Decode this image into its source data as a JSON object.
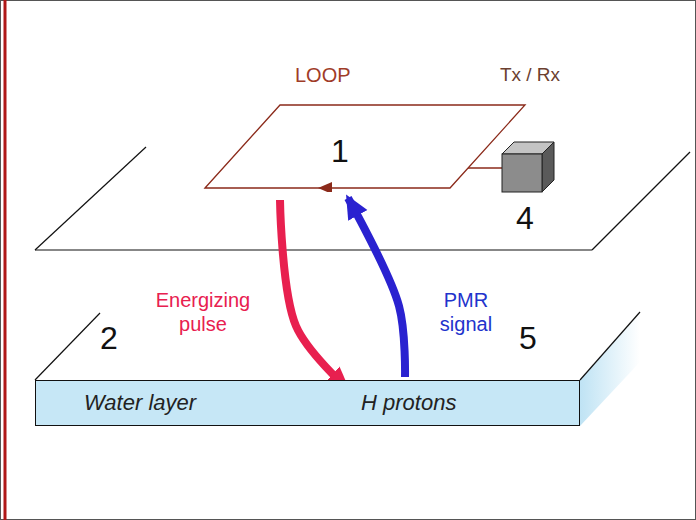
{
  "diagram": {
    "nodes": [
      {
        "text": [
          "LOOP"
        ]
      },
      {
        "text": [
          "Tx / Rx"
        ]
      },
      {
        "text": [
          "Water layer",
          "H protons"
        ]
      }
    ],
    "edges": [
      {
        "from": 0,
        "to": 1,
        "arrow": "none"
      },
      {
        "from": 0,
        "to": 2,
        "label": "Energizing pulse",
        "arrow": "to"
      },
      {
        "from": 2,
        "to": 0,
        "label": "PMR signal",
        "arrow": "to"
      }
    ],
    "labels": [
      "1",
      "2",
      "4",
      "5"
    ]
  }
}
